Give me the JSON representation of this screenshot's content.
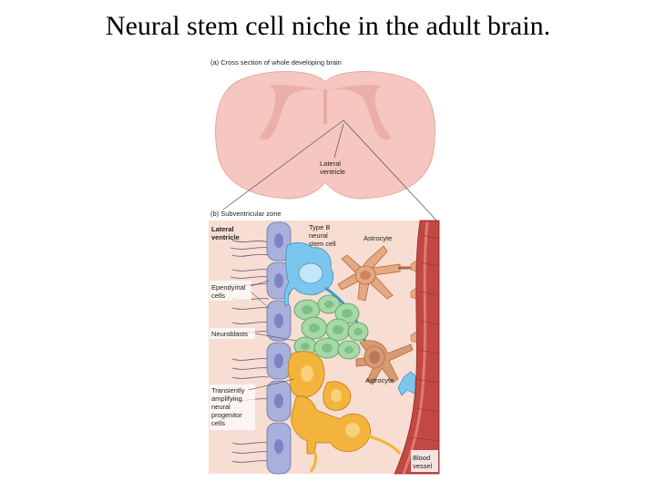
{
  "title": "Neural stem cell niche in the adult brain.",
  "panel_a": {
    "caption": "(a)  Cross section of whole developing brain",
    "ventricle_label_1": "Lateral",
    "ventricle_label_2": "ventricle"
  },
  "panel_b": {
    "caption": "(b)  Subventricular zone",
    "labels": {
      "lateral_ventricle_1": "Lateral",
      "lateral_ventricle_2": "ventricle",
      "type_b_1": "Type B",
      "type_b_2": "neural",
      "type_b_3": "stem cell",
      "astrocyte_top": "Astrocyte",
      "ependymal_1": "Ependymal",
      "ependymal_2": "cells",
      "neuroblasts": "Neuroblasts",
      "astrocyte_bottom": "Astrocyte",
      "tap_1": "Transiently",
      "tap_2": "amplifying",
      "tap_3": "neural",
      "tap_4": "progenitor",
      "tap_5": "cells",
      "blood_1": "Blood",
      "blood_2": "vessel"
    }
  },
  "colors": {
    "brain_fill": "#f6c6c0",
    "panel_bg": "#f8ddd2",
    "ependymal": "#aab0dc",
    "stem_cell": "#7cc6ee",
    "neuroblast": "#a6d8a8",
    "astrocyte": "#e6a880",
    "progenitor": "#f2b43c",
    "vessel": "#c24844"
  }
}
